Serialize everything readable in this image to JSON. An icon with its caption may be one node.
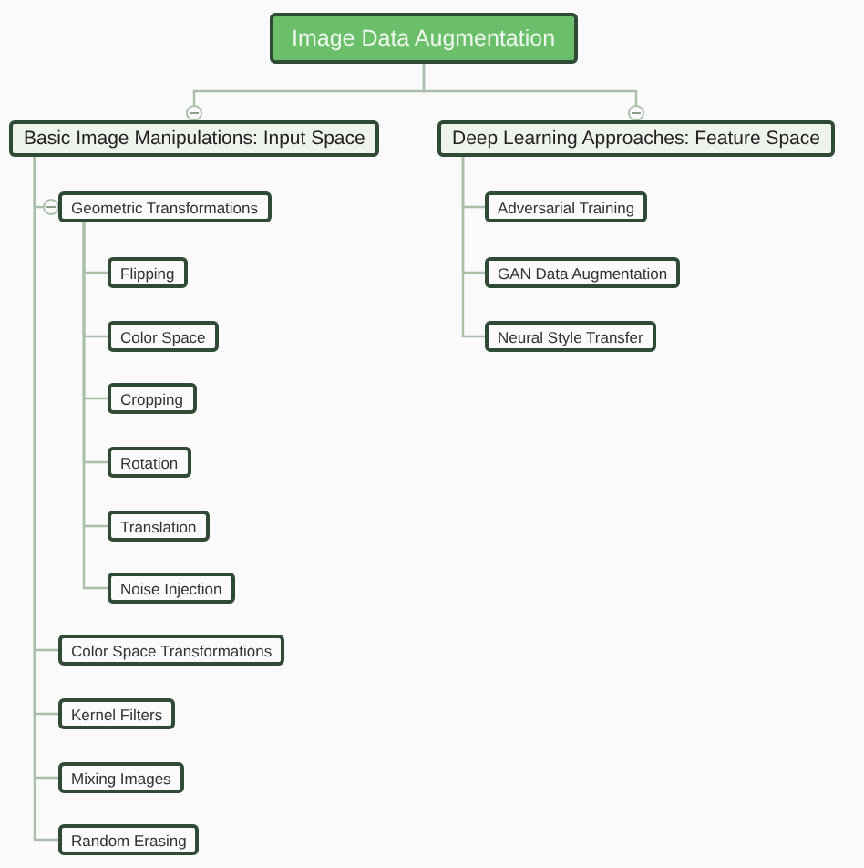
{
  "diagram": {
    "nodes": [
      {
        "text": [
          "Image Data Augmentation"
        ]
      },
      {
        "text": [
          "Basic Image Manipulations: Input Space"
        ]
      },
      {
        "text": [
          "Deep Learning Approaches: Feature Space"
        ]
      },
      {
        "text": [
          "Geometric Transformations"
        ]
      },
      {
        "text": [
          "Flipping"
        ]
      },
      {
        "text": [
          "Color Space"
        ]
      },
      {
        "text": [
          "Cropping"
        ]
      },
      {
        "text": [
          "Rotation"
        ]
      },
      {
        "text": [
          "Translation"
        ]
      },
      {
        "text": [
          "Noise Injection"
        ]
      },
      {
        "text": [
          "Color Space Transformations"
        ]
      },
      {
        "text": [
          "Kernel Filters"
        ]
      },
      {
        "text": [
          "Mixing Images"
        ]
      },
      {
        "text": [
          "Random Erasing"
        ]
      },
      {
        "text": [
          "Adversarial Training"
        ]
      },
      {
        "text": [
          "GAN Data Augmentation"
        ]
      },
      {
        "text": [
          "Neural Style Transfer"
        ]
      }
    ],
    "edges": [
      {
        "from": 0,
        "to": 1,
        "arrow": "other"
      },
      {
        "from": 0,
        "to": 2,
        "arrow": "other"
      },
      {
        "from": 1,
        "to": 3,
        "arrow": "other"
      },
      {
        "from": 3,
        "to": 4,
        "arrow": "none"
      },
      {
        "from": 3,
        "to": 5,
        "arrow": "none"
      },
      {
        "from": 3,
        "to": 6,
        "arrow": "none"
      },
      {
        "from": 3,
        "to": 7,
        "arrow": "none"
      },
      {
        "from": 3,
        "to": 8,
        "arrow": "none"
      },
      {
        "from": 3,
        "to": 9,
        "arrow": "none"
      },
      {
        "from": 1,
        "to": 10,
        "arrow": "none"
      },
      {
        "from": 1,
        "to": 11,
        "arrow": "none"
      },
      {
        "from": 1,
        "to": 12,
        "arrow": "none"
      },
      {
        "from": 1,
        "to": 13,
        "arrow": "none"
      },
      {
        "from": 2,
        "to": 14,
        "arrow": "none"
      },
      {
        "from": 2,
        "to": 15,
        "arrow": "none"
      },
      {
        "from": 2,
        "to": 16,
        "arrow": "none"
      }
    ]
  }
}
